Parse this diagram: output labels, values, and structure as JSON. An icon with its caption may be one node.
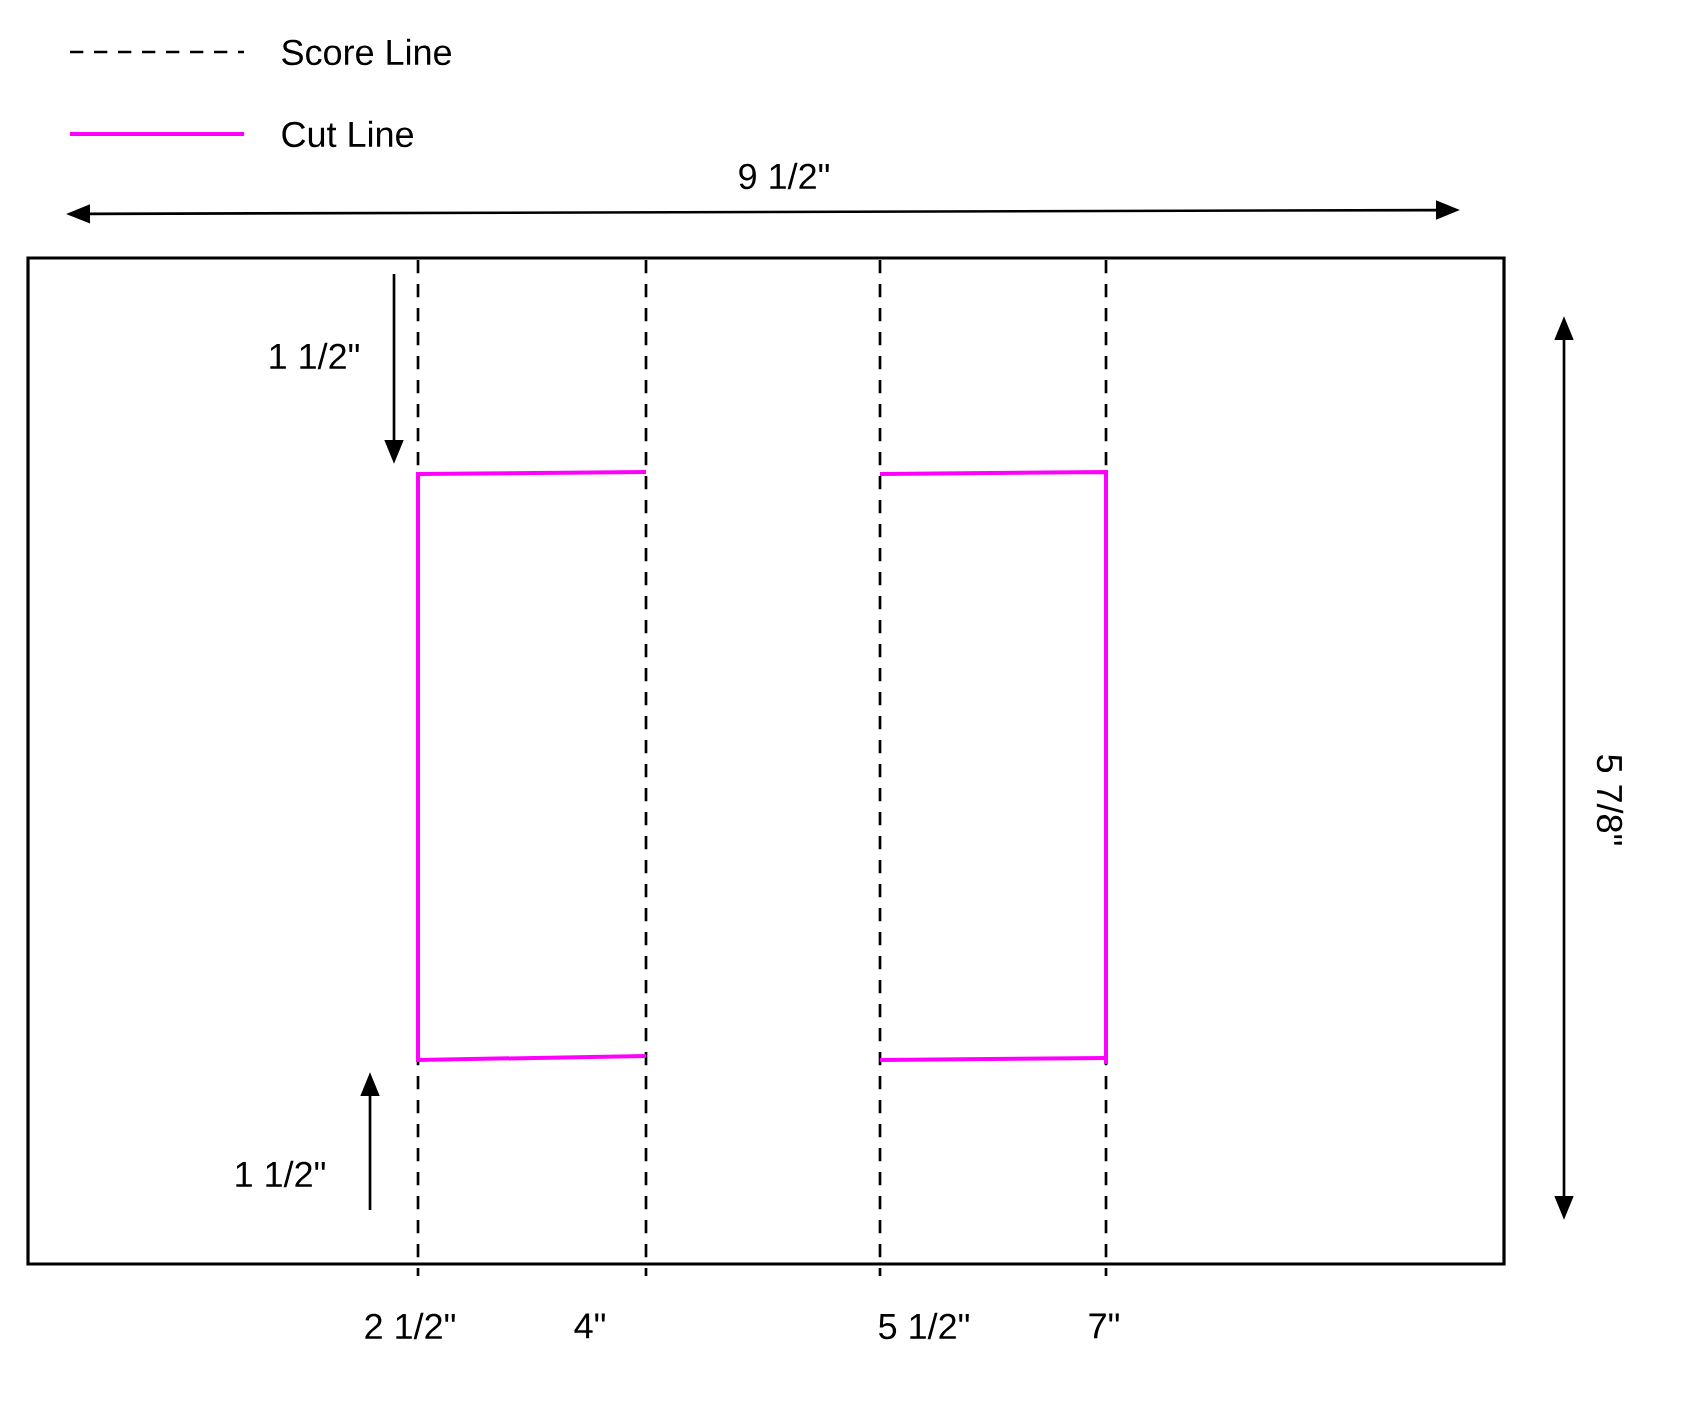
{
  "diagram": {
    "labels": [
      "9 1/2\"",
      "1 1/2\"",
      "5 7/8\"",
      "1 1/2\"",
      "2 1/2\"",
      "4\"",
      "5 1/2\"",
      "7\""
    ],
    "legend": [
      {
        "text": "Score Line"
      },
      {
        "text": "Cut Line"
      }
    ]
  }
}
